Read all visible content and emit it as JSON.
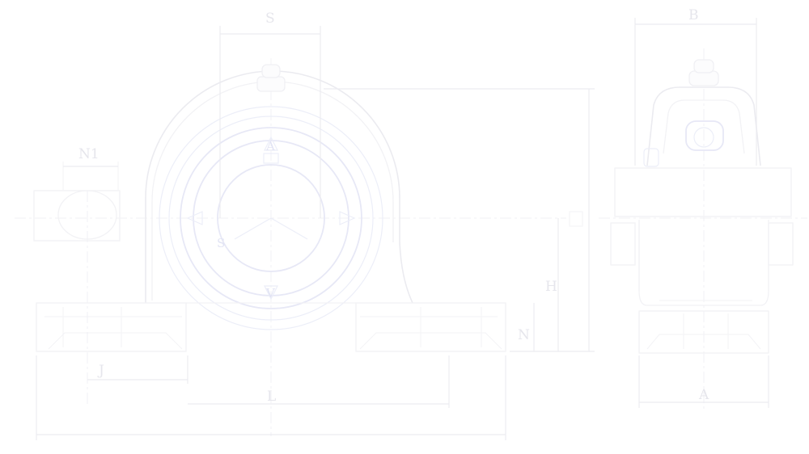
{
  "dimension_labels": {
    "s": "S",
    "b": "B",
    "n1": "N1",
    "n": "N",
    "h": "H",
    "l": "L",
    "a": "A",
    "j": "J"
  },
  "insert_marks": {
    "top": "A",
    "bottom": "V",
    "rib": "S"
  }
}
